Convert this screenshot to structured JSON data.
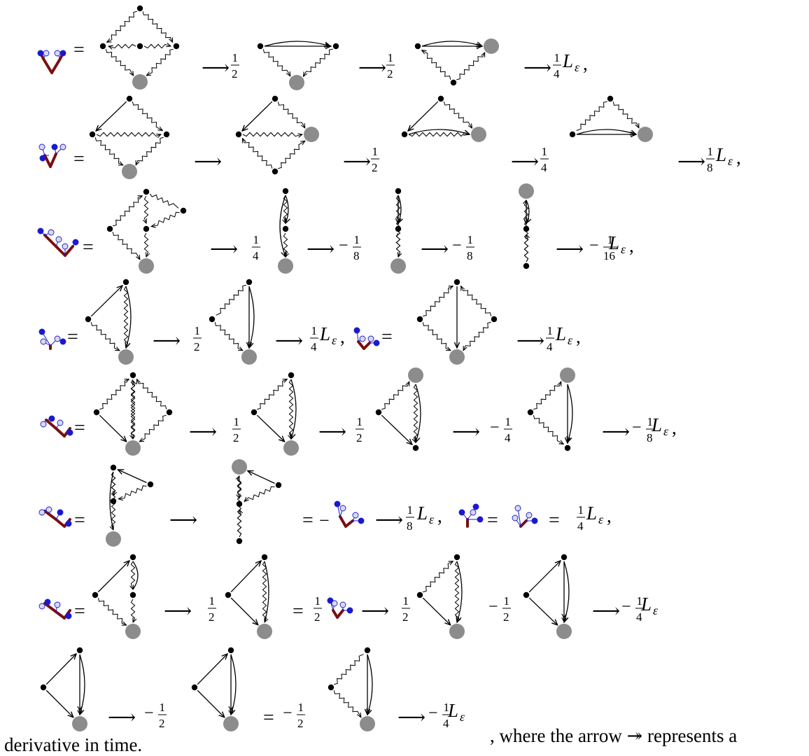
{
  "symbols": {
    "arrow": "⟶",
    "equals": "=",
    "minus": "−",
    "comma": ",",
    "L": "L",
    "eps": "ε",
    "num": "1"
  },
  "fractions": [
    "2",
    "4",
    "8",
    "16"
  ],
  "colors": {
    "ink": "#000000",
    "vertex_gray": "#8c8c8c",
    "tree_dark_red": "#7a0f0f",
    "tree_blue": "#1a1acc",
    "tree_hollow": "#d8d8f0"
  },
  "rows": [
    {
      "id": "r1",
      "terms": [
        "=",
        "⟶ 1/2",
        "⟶ 1/2",
        "⟶ 1/4 Lε,"
      ]
    },
    {
      "id": "r2",
      "terms": [
        "=",
        "⟶",
        "⟶ 1/2",
        "⟶ 1/4",
        "⟶ 1/8 Lε,"
      ]
    },
    {
      "id": "r3",
      "terms": [
        "=",
        "⟶ 1/4",
        "⟶ −1/8",
        "⟶ −1/8",
        "⟶ −1/16 Lε,"
      ]
    },
    {
      "id": "r4",
      "terms": [
        "=",
        "⟶ 1/2",
        "⟶ 1/4 Lε,",
        "=",
        "⟶ 1/4 Lε,"
      ]
    },
    {
      "id": "r5",
      "terms": [
        "=",
        "⟶ 1/2",
        "⟶ 1/2",
        "⟶ −1/4",
        "⟶ −1/8 Lε,"
      ]
    },
    {
      "id": "r6",
      "terms": [
        "=",
        "⟶",
        "= −",
        "⟶ 1/8 Lε,",
        "=",
        "= 1/4 Lε,"
      ]
    },
    {
      "id": "r7",
      "terms": [
        "=",
        "⟶ 1/2",
        "= 1/2",
        "⟶ 1/2",
        "−1/2",
        "⟶ −1/4 Lε"
      ]
    },
    {
      "id": "r8",
      "terms": [
        "⟶ −1/2",
        "= −1/2",
        "⟶ −1/4 Lε,"
      ]
    }
  ],
  "sentence": {
    "part1": ", where the arrow ↠ represents a",
    "part2": "derivative in time."
  }
}
